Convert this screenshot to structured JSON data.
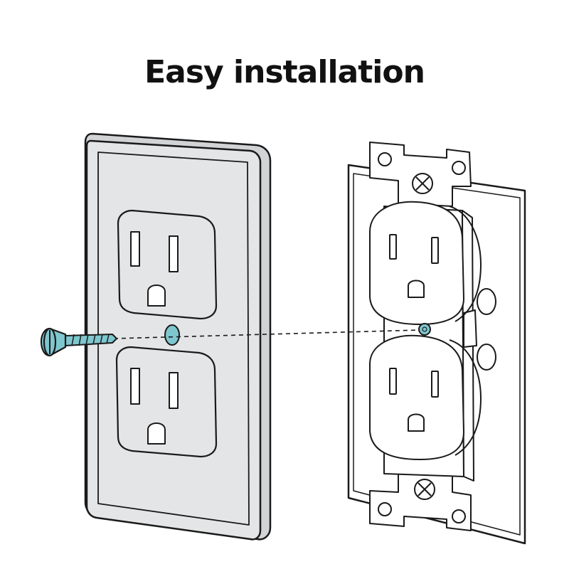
{
  "title": "Easy installation",
  "colors": {
    "plate_fill": "#e4e5e6",
    "plate_edge": "#d2d3d5",
    "screw": "#7fc7cf",
    "outline": "#1a1a1a",
    "background": "#ffffff"
  },
  "icons": [
    "cover-plate",
    "mounting-screw",
    "duplex-receptacle"
  ]
}
